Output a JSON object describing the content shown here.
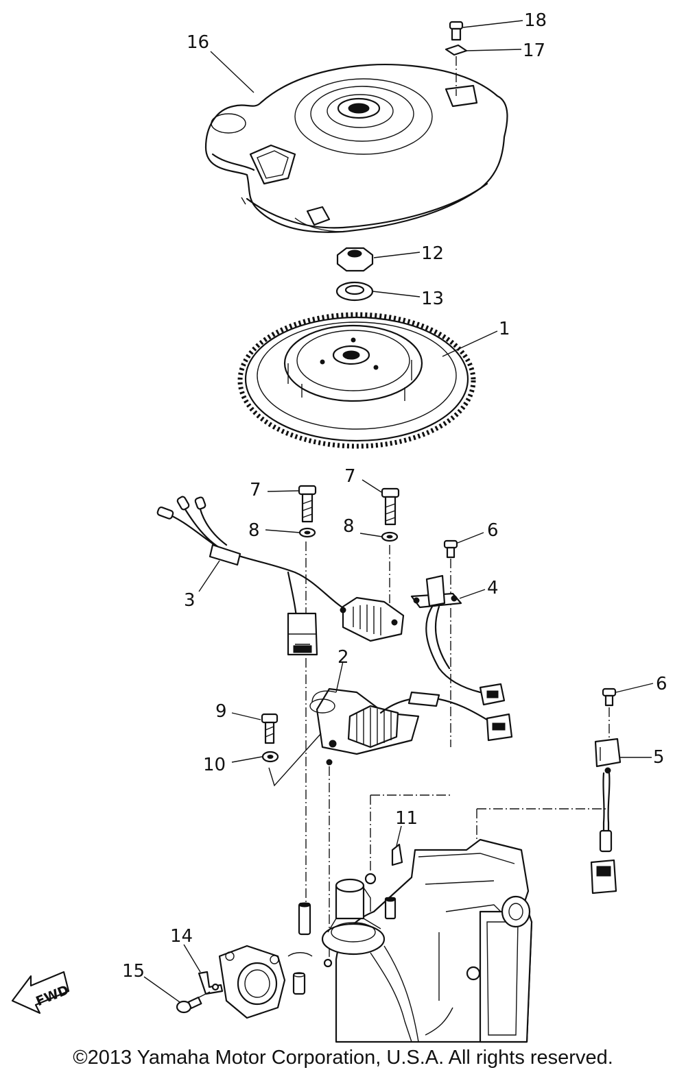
{
  "callouts": [
    {
      "id": "18",
      "text": "18"
    },
    {
      "id": "17",
      "text": "17"
    },
    {
      "id": "16",
      "text": "16"
    },
    {
      "id": "12",
      "text": "12"
    },
    {
      "id": "13",
      "text": "13"
    },
    {
      "id": "1",
      "text": "1"
    },
    {
      "id": "7a",
      "text": "7"
    },
    {
      "id": "7b",
      "text": "7"
    },
    {
      "id": "8a",
      "text": "8"
    },
    {
      "id": "8b",
      "text": "8"
    },
    {
      "id": "6a",
      "text": "6"
    },
    {
      "id": "4",
      "text": "4"
    },
    {
      "id": "3",
      "text": "3"
    },
    {
      "id": "2",
      "text": "2"
    },
    {
      "id": "6b",
      "text": "6"
    },
    {
      "id": "9",
      "text": "9"
    },
    {
      "id": "5",
      "text": "5"
    },
    {
      "id": "10",
      "text": "10"
    },
    {
      "id": "11",
      "text": "11"
    },
    {
      "id": "14",
      "text": "14"
    },
    {
      "id": "15",
      "text": "15"
    }
  ],
  "fwd_label": "FWD",
  "copyright": "©2013 Yamaha Motor Corporation, U.S.A. All rights reserved."
}
